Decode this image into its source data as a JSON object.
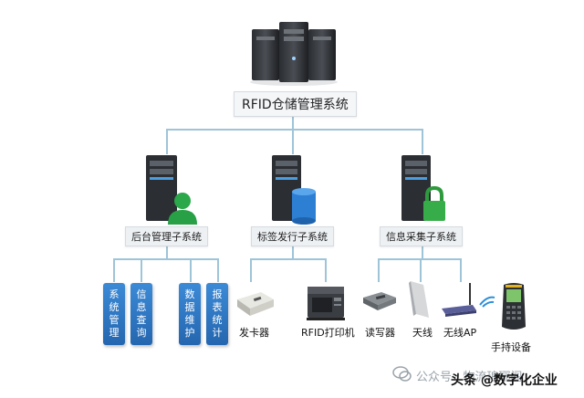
{
  "root": {
    "label": "RFID仓储管理系统"
  },
  "subsystems": [
    {
      "label": "后台管理子系统"
    },
    {
      "label": "标签发行子系统"
    },
    {
      "label": "信息采集子系统"
    }
  ],
  "modules": [
    {
      "chars": [
        "系",
        "统",
        "管",
        "理"
      ]
    },
    {
      "chars": [
        "信",
        "息",
        "查",
        "询"
      ]
    },
    {
      "chars": [
        "数",
        "据",
        "维",
        "护"
      ]
    },
    {
      "chars": [
        "报",
        "表",
        "统",
        "计"
      ]
    }
  ],
  "issue_devices": [
    {
      "label": "发卡器"
    },
    {
      "label": "RFID打印机"
    }
  ],
  "collect_devices": [
    {
      "label": "读写器"
    },
    {
      "label": "天线"
    },
    {
      "label": "无线AP"
    },
    {
      "label": "手持设备"
    }
  ],
  "watermark": {
    "text": "公众号 · 物流琅琊阁",
    "brand": "头条 @数字化企业"
  },
  "colors": {
    "connector": "#9ec4d8",
    "module_box": "#2f78c4",
    "label_bg": "#eef1f4"
  }
}
